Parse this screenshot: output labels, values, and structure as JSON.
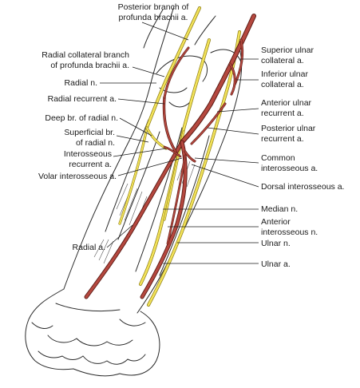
{
  "colors": {
    "artery_fill": "#b5483f",
    "artery_edge": "#5a1a14",
    "nerve_fill": "#f2e25a",
    "nerve_edge": "#8a7a10",
    "ink": "#1a1a1a"
  },
  "labels": {
    "posterior_branch_profunda_1": "Posterior branch of",
    "posterior_branch_profunda_2": "profunda brachii a.",
    "radial_collateral_1": "Radial collateral branch",
    "radial_collateral_2": "of profunda brachii a.",
    "radial_n": "Radial n.",
    "radial_recurrent_a": "Radial recurrent a.",
    "deep_br_radial_n": "Deep br. of radial n.",
    "superficial_br_1": "Superficial br.",
    "superficial_br_2": "of radial n.",
    "interosseous_recurrent_1": "Interosseous",
    "interosseous_recurrent_2": "recurrent a.",
    "volar_interosseous_a": "Volar interosseous a.",
    "radial_a": "Radial a.",
    "superior_ulnar_1": "Superior ulnar",
    "superior_ulnar_2": "collateral a.",
    "inferior_ulnar_1": "Inferior ulnar",
    "inferior_ulnar_2": "collateral a.",
    "anterior_ulnar_recurrent_1": "Anterior ulnar",
    "anterior_ulnar_recurrent_2": "recurrent a.",
    "posterior_ulnar_recurrent_1": "Posterior ulnar",
    "posterior_ulnar_recurrent_2": "recurrent a.",
    "common_interosseous_1": "Common",
    "common_interosseous_2": "interosseous a.",
    "dorsal_interosseous_a": "Dorsal interosseous a.",
    "median_n": "Median n.",
    "anterior_interosseous_1": "Anterior",
    "anterior_interosseous_2": "interosseous n.",
    "ulnar_n": "Ulnar n.",
    "ulnar_a": "Ulnar a."
  }
}
